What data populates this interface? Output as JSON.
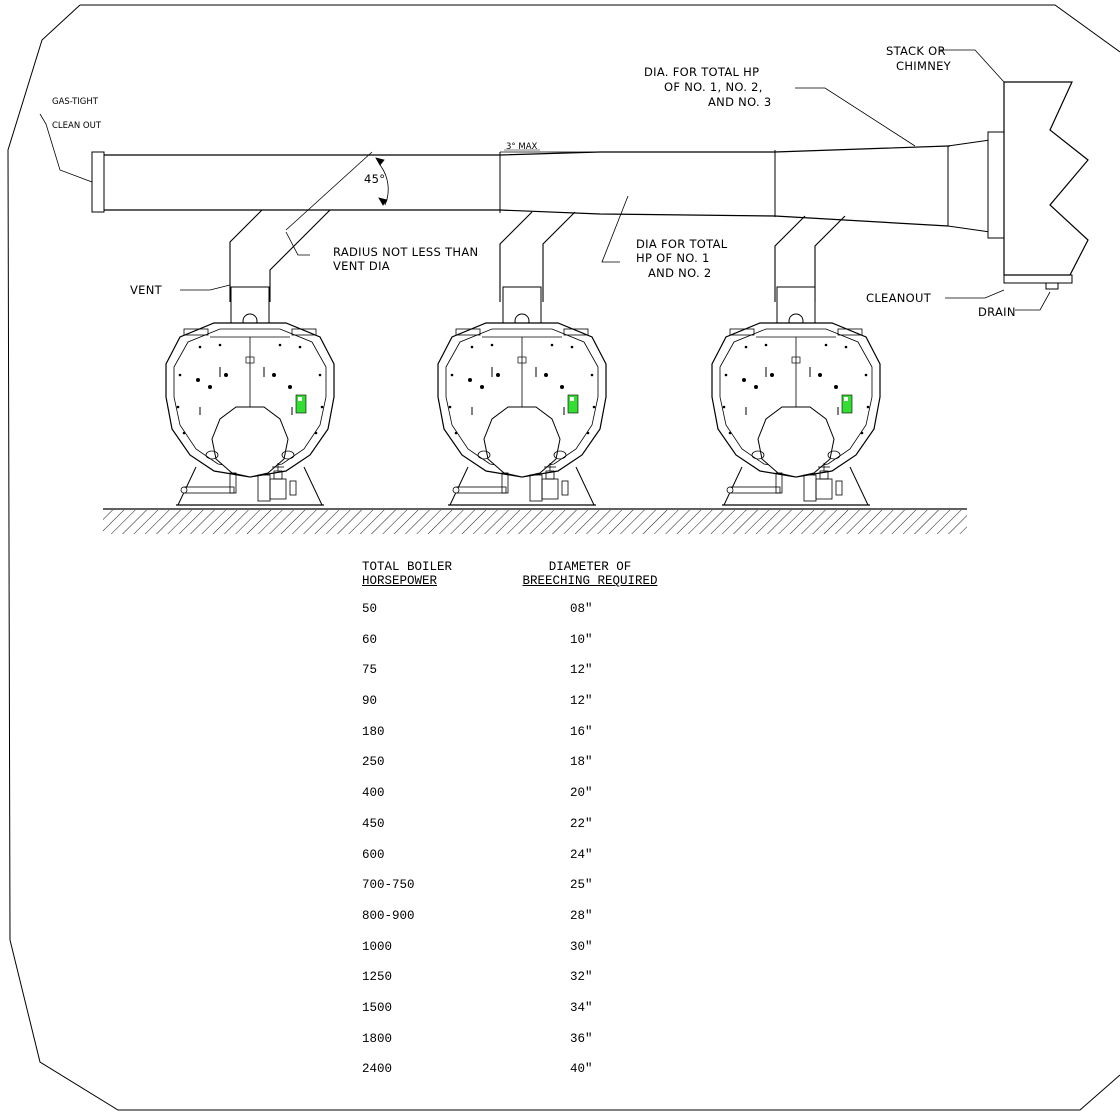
{
  "labels": {
    "gas_tight_1": "GAS-TIGHT",
    "gas_tight_2": "CLEAN OUT",
    "stack_1": "STACK OR",
    "stack_2": "CHIMNEY",
    "dia_total_1": "DIA. FOR TOTAL HP",
    "dia_total_2": "OF NO. 1, NO. 2,",
    "dia_total_3": "AND NO. 3",
    "max": "3° MAX",
    "angle": "45°",
    "radius_1": "RADIUS NOT LESS THAN",
    "radius_2": "VENT DIA",
    "dia_12_1": "DIA FOR TOTAL",
    "dia_12_2": "HP OF NO. 1",
    "dia_12_3": "AND NO. 2",
    "vent": "VENT",
    "cleanout": "CLEANOUT",
    "drain": "DRAIN"
  },
  "table": {
    "col1_line1": "TOTAL BOILER",
    "col1_line2": "HORSEPOWER",
    "col2_line1": "DIAMETER OF",
    "col2_line2": "BREECHING REQUIRED",
    "rows": [
      {
        "hp": "50",
        "dia": "08\""
      },
      {
        "hp": "60",
        "dia": "10\""
      },
      {
        "hp": "75",
        "dia": "12\""
      },
      {
        "hp": "90",
        "dia": "12\""
      },
      {
        "hp": "180",
        "dia": "16\""
      },
      {
        "hp": "250",
        "dia": "18\""
      },
      {
        "hp": "400",
        "dia": "20\""
      },
      {
        "hp": "450",
        "dia": "22\""
      },
      {
        "hp": "600",
        "dia": "24\""
      },
      {
        "hp": "700-750",
        "dia": "25\""
      },
      {
        "hp": "800-900",
        "dia": "28\""
      },
      {
        "hp": "1000",
        "dia": "30\""
      },
      {
        "hp": "1250",
        "dia": "32\""
      },
      {
        "hp": "1500",
        "dia": "34\""
      },
      {
        "hp": "1800",
        "dia": "36\""
      },
      {
        "hp": "2400",
        "dia": "40\""
      }
    ]
  },
  "colors": {
    "line": "#000000",
    "indicator": "#33dd33",
    "background": "#ffffff"
  }
}
